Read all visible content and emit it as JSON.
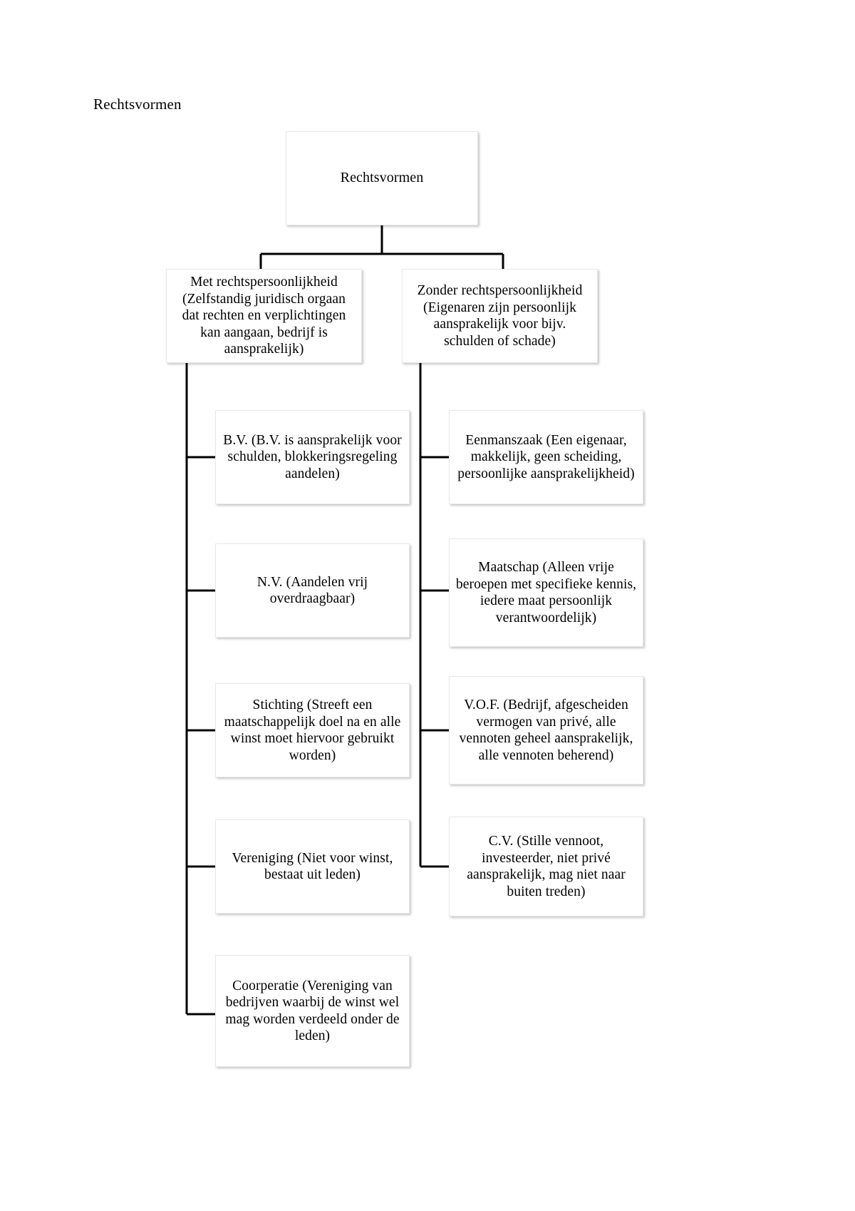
{
  "document": {
    "title": "Rechtsvormen"
  },
  "diagram": {
    "type": "tree",
    "orientation": "top-down-then-left-elbow",
    "root": {
      "id": "root",
      "label": "Rechtsvormen"
    },
    "branches": [
      {
        "id": "met-rechtspersoonlijkheid",
        "label": "Met rechtspersoonlijkheid (Zelfstandig juridisch orgaan dat rechten en verplichtingen kan aangaan, bedrijf is aansprakelijk)",
        "children": [
          {
            "id": "bv",
            "label": "B.V. (B.V. is aansprakelijk voor schulden, blokkeringsregeling aandelen)"
          },
          {
            "id": "nv",
            "label": "N.V. (Aandelen vrij overdraagbaar)"
          },
          {
            "id": "stichting",
            "label": "Stichting (Streeft een maatschappelijk doel na en alle winst moet hiervoor gebruikt worden)"
          },
          {
            "id": "vereniging",
            "label": "Vereniging (Niet voor winst, bestaat uit leden)"
          },
          {
            "id": "coorperatie",
            "label": "Coorperatie (Vereniging van bedrijven waarbij de winst wel mag worden verdeeld onder de leden)"
          }
        ]
      },
      {
        "id": "zonder-rechtspersoonlijkheid",
        "label": "Zonder rechtspersoonlijkheid (Eigenaren zijn persoonlijk aansprakelijk voor bijv. schulden of schade)",
        "children": [
          {
            "id": "eenmanszaak",
            "label": "Eenmanszaak (Een eigenaar, makkelijk, geen scheiding, persoonlijke aansprakelijkheid)"
          },
          {
            "id": "maatschap",
            "label": "Maatschap (Alleen vrije beroepen met specifieke kennis, iedere maat persoonlijk verantwoordelijk)"
          },
          {
            "id": "vof",
            "label": "V.O.F. (Bedrijf, afgescheiden vermogen van privé, alle vennoten geheel aansprakelijk, alle vennoten beherend)"
          },
          {
            "id": "cv",
            "label": "C.V. (Stille vennoot, investeerder, niet privé aansprakelijk, mag niet naar buiten treden)"
          }
        ]
      }
    ],
    "colors": {
      "box_fill": "#ffffff",
      "box_border": "#e8e8e8",
      "connector": "#000000",
      "text": "#000000",
      "page_background": "#ffffff"
    }
  }
}
